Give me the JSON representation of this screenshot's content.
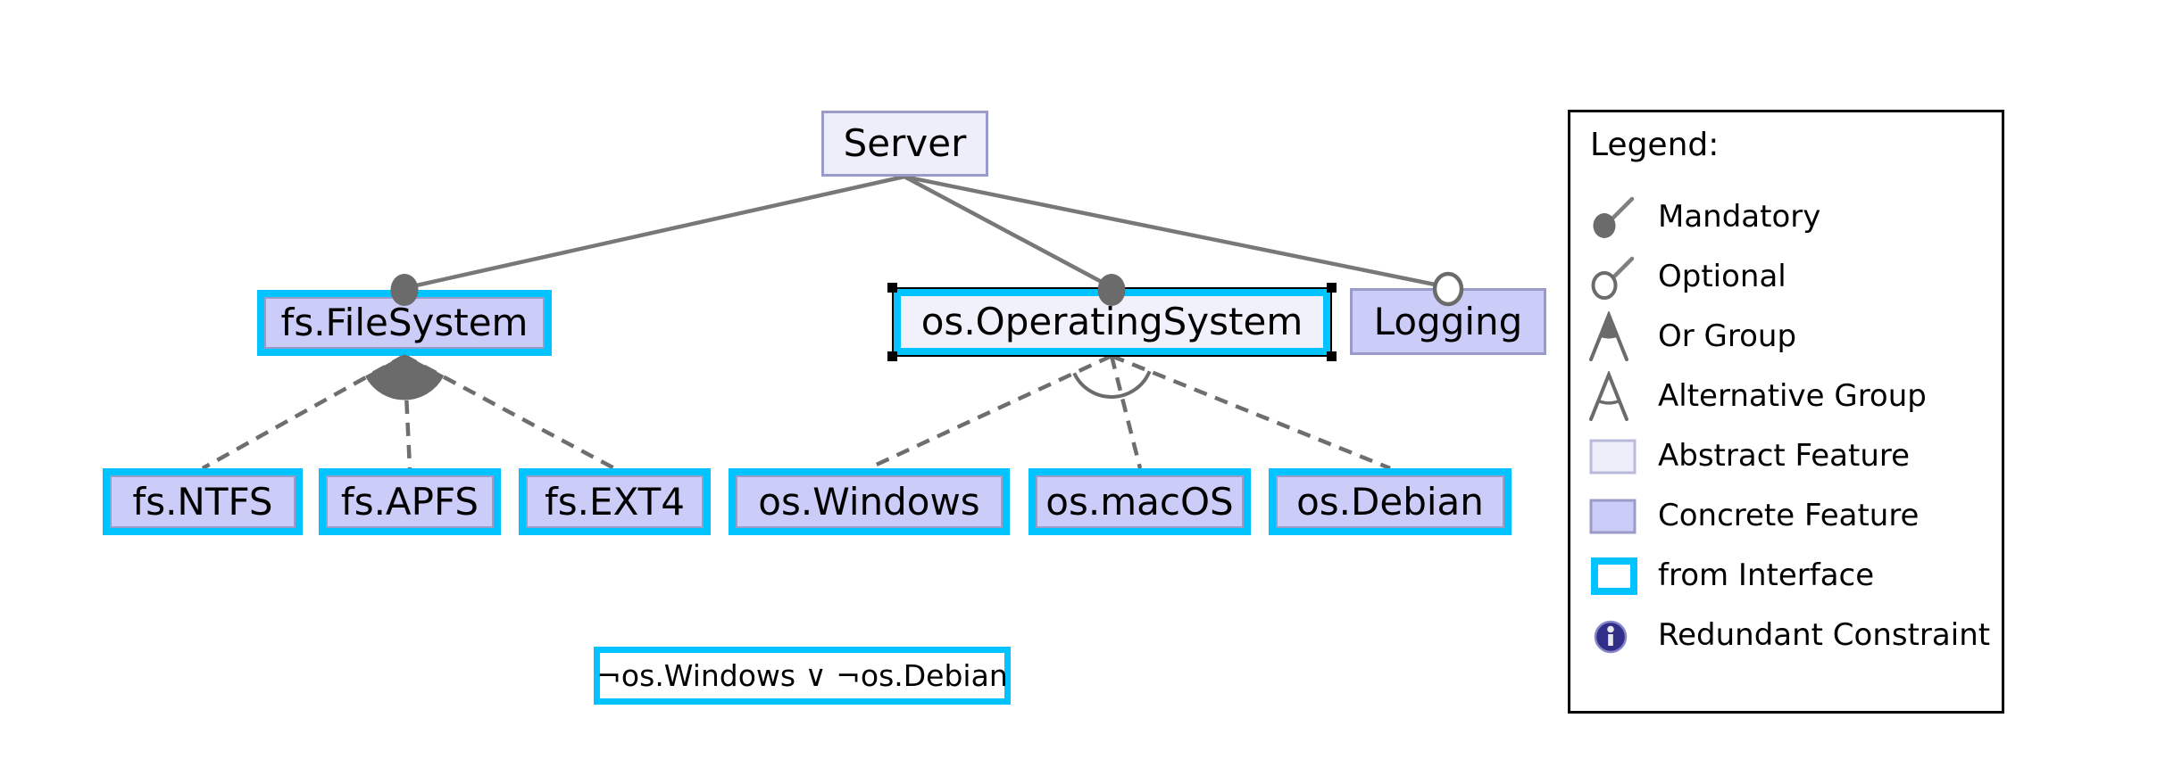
{
  "diagram": {
    "nodes": {
      "server": {
        "label": "Server",
        "type": "abstract"
      },
      "filesystem": {
        "label": "fs.FileSystem",
        "type": "concrete from-interface",
        "relation": "mandatory",
        "group": "or"
      },
      "os": {
        "label": "os.OperatingSystem",
        "type": "abstract from-interface",
        "relation": "mandatory",
        "group": "alternative",
        "selected": true
      },
      "logging": {
        "label": "Logging",
        "type": "concrete",
        "relation": "optional"
      },
      "ntfs": {
        "label": "fs.NTFS",
        "type": "concrete from-interface"
      },
      "apfs": {
        "label": "fs.APFS",
        "type": "concrete from-interface"
      },
      "ext4": {
        "label": "fs.EXT4",
        "type": "concrete from-interface"
      },
      "windows": {
        "label": "os.Windows",
        "type": "concrete from-interface"
      },
      "macos": {
        "label": "os.macOS",
        "type": "concrete from-interface"
      },
      "debian": {
        "label": "os.Debian",
        "type": "concrete from-interface"
      }
    },
    "constraint": {
      "label": "¬os.Windows ∨ ¬os.Debian"
    }
  },
  "legend": {
    "title": "Legend:",
    "items": [
      {
        "icon": "mandatory-icon",
        "label": "Mandatory"
      },
      {
        "icon": "optional-icon",
        "label": "Optional"
      },
      {
        "icon": "or-group-icon",
        "label": "Or Group"
      },
      {
        "icon": "alternative-group-icon",
        "label": "Alternative Group"
      },
      {
        "icon": "abstract-feature-icon",
        "label": "Abstract Feature"
      },
      {
        "icon": "concrete-feature-icon",
        "label": "Concrete Feature"
      },
      {
        "icon": "from-interface-icon",
        "label": "from Interface"
      },
      {
        "icon": "redundant-constraint-icon",
        "label": "Redundant Constraint"
      }
    ]
  },
  "colors": {
    "interface_accent": "#00c3ff",
    "concrete_fill": "#ccccf8",
    "abstract_fill": "#eeeefb",
    "node_border": "#9a9bc8",
    "edge_gray": "#787878",
    "glyph_gray": "#6b6b6b",
    "redundant_icon_blue": "#302e86"
  }
}
